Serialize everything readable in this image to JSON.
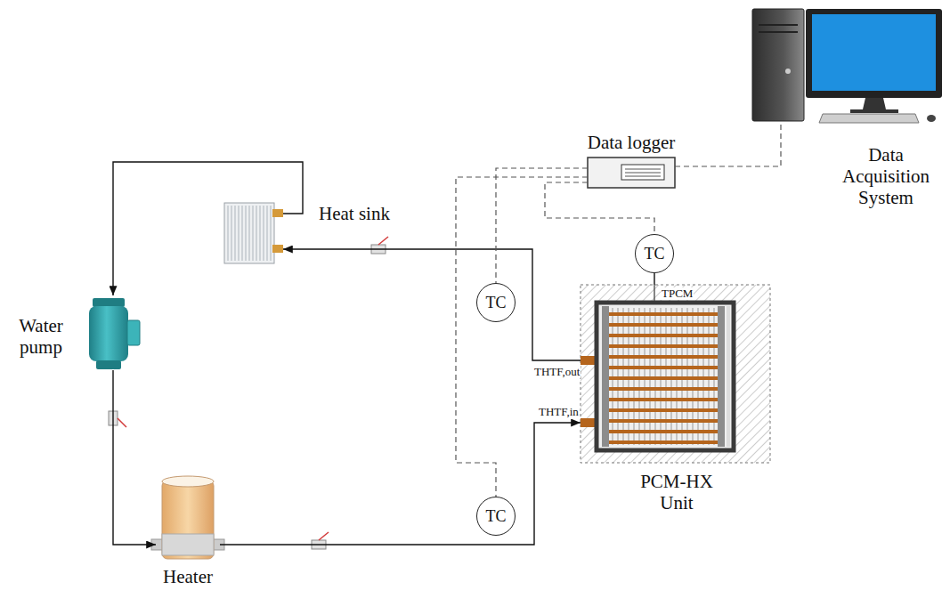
{
  "diagram": {
    "nodes": [
      {
        "text": [
          "Data logger"
        ]
      },
      {
        "text": [
          "Data Acquisition System"
        ]
      },
      {
        "text": [
          "Heat sink"
        ]
      },
      {
        "text": [
          "Water pump"
        ]
      },
      {
        "text": [
          "Heater"
        ]
      },
      {
        "text": [
          "PCM-HX Unit"
        ]
      },
      {
        "text": [
          "TC"
        ]
      },
      {
        "text": [
          "TC"
        ]
      },
      {
        "text": [
          "TC"
        ]
      }
    ],
    "edges": [
      {
        "from": 2,
        "to": 3,
        "arrow": "to"
      },
      {
        "from": 3,
        "to": 4,
        "arrow": "to"
      },
      {
        "from": 4,
        "to": 5,
        "arrow": "to"
      },
      {
        "from": 5,
        "to": 2,
        "arrow": "to"
      },
      {
        "from": 0,
        "to": 1,
        "arrow": "none"
      },
      {
        "from": 0,
        "to": 6,
        "arrow": "none"
      },
      {
        "from": 0,
        "to": 8,
        "arrow": "none"
      },
      {
        "from": 0,
        "to": 7,
        "arrow": "none"
      },
      {
        "from": 7,
        "to": 5,
        "arrow": "none"
      }
    ],
    "labels": [
      "TPCM",
      "THTF,out",
      "THTF,in"
    ]
  }
}
